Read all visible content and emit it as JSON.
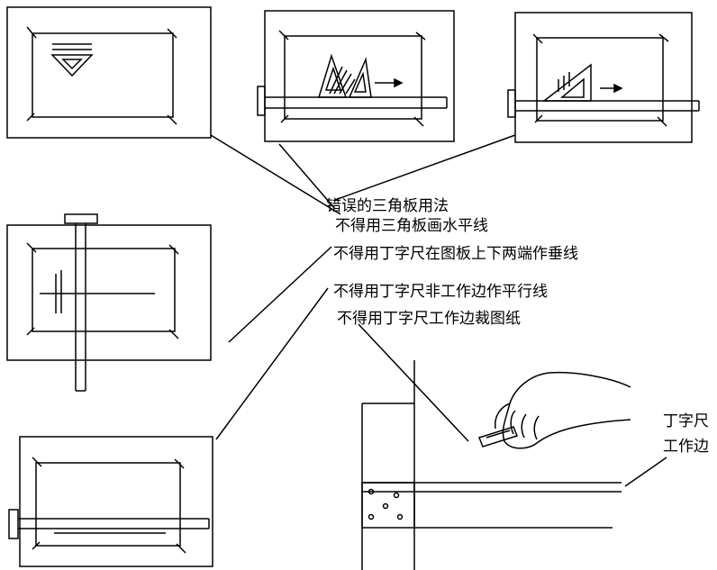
{
  "labels": {
    "title": "错误的三角板用法",
    "rule1": "不得用三角板画水平线",
    "rule2": "不得用丁字尺在图板上下两端作垂线",
    "rule3": "不得用丁字尺非工作边作平行线",
    "rule4": "不得用丁字尺工作边裁图纸",
    "edge_line1": "丁字尺",
    "edge_line2": "工作边"
  }
}
